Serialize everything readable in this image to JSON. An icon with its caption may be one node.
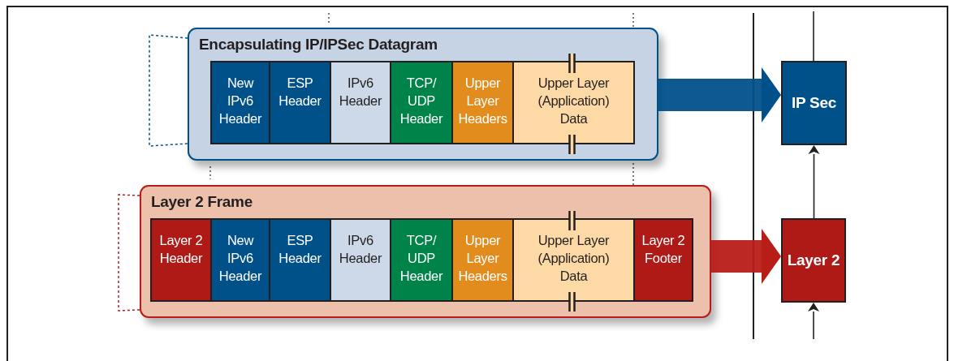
{
  "diagram": {
    "nodes": [
      {
        "text": [
          "Encapsulating IP/IPSec Datagram"
        ]
      },
      {
        "text": [
          "New IPv6 Header"
        ],
        "in": 0
      },
      {
        "text": [
          "ESP Header"
        ],
        "in": 0
      },
      {
        "text": [
          "IPv6 Header"
        ],
        "in": 0
      },
      {
        "text": [
          "TCP/ UDP Header"
        ],
        "in": 0
      },
      {
        "text": [
          "Upper Layer Headers"
        ],
        "in": 0
      },
      {
        "text": [
          "Upper Layer (Application) Data"
        ],
        "in": 0
      },
      {
        "text": [
          "Layer 2 Frame"
        ]
      },
      {
        "text": [
          "Layer 2 Header"
        ],
        "in": 7
      },
      {
        "text": [
          "New IPv6 Header"
        ],
        "in": 7
      },
      {
        "text": [
          "ESP Header"
        ],
        "in": 7
      },
      {
        "text": [
          "IPv6 Header"
        ],
        "in": 7
      },
      {
        "text": [
          "TCP/ UDP Header"
        ],
        "in": 7
      },
      {
        "text": [
          "Upper Layer Headers"
        ],
        "in": 7
      },
      {
        "text": [
          "Upper Layer (Application) Data"
        ],
        "in": 7
      },
      {
        "text": [
          "Layer 2 Footer"
        ],
        "in": 7
      },
      {
        "text": [
          "IP Sec"
        ]
      },
      {
        "text": [
          "Layer 2"
        ]
      }
    ],
    "edges": [
      {
        "from": 0,
        "to": 16,
        "arrow": "to",
        "style": "thick",
        "color": "#00508a"
      },
      {
        "from": 7,
        "to": 17,
        "arrow": "to",
        "style": "thick",
        "color": "#b81d18"
      },
      {
        "from": 17,
        "to": 16,
        "arrow": "to"
      },
      {
        "from": null,
        "to": 17,
        "arrow": "to"
      },
      {
        "from": 16,
        "to": null,
        "arrow": "none"
      }
    ]
  }
}
